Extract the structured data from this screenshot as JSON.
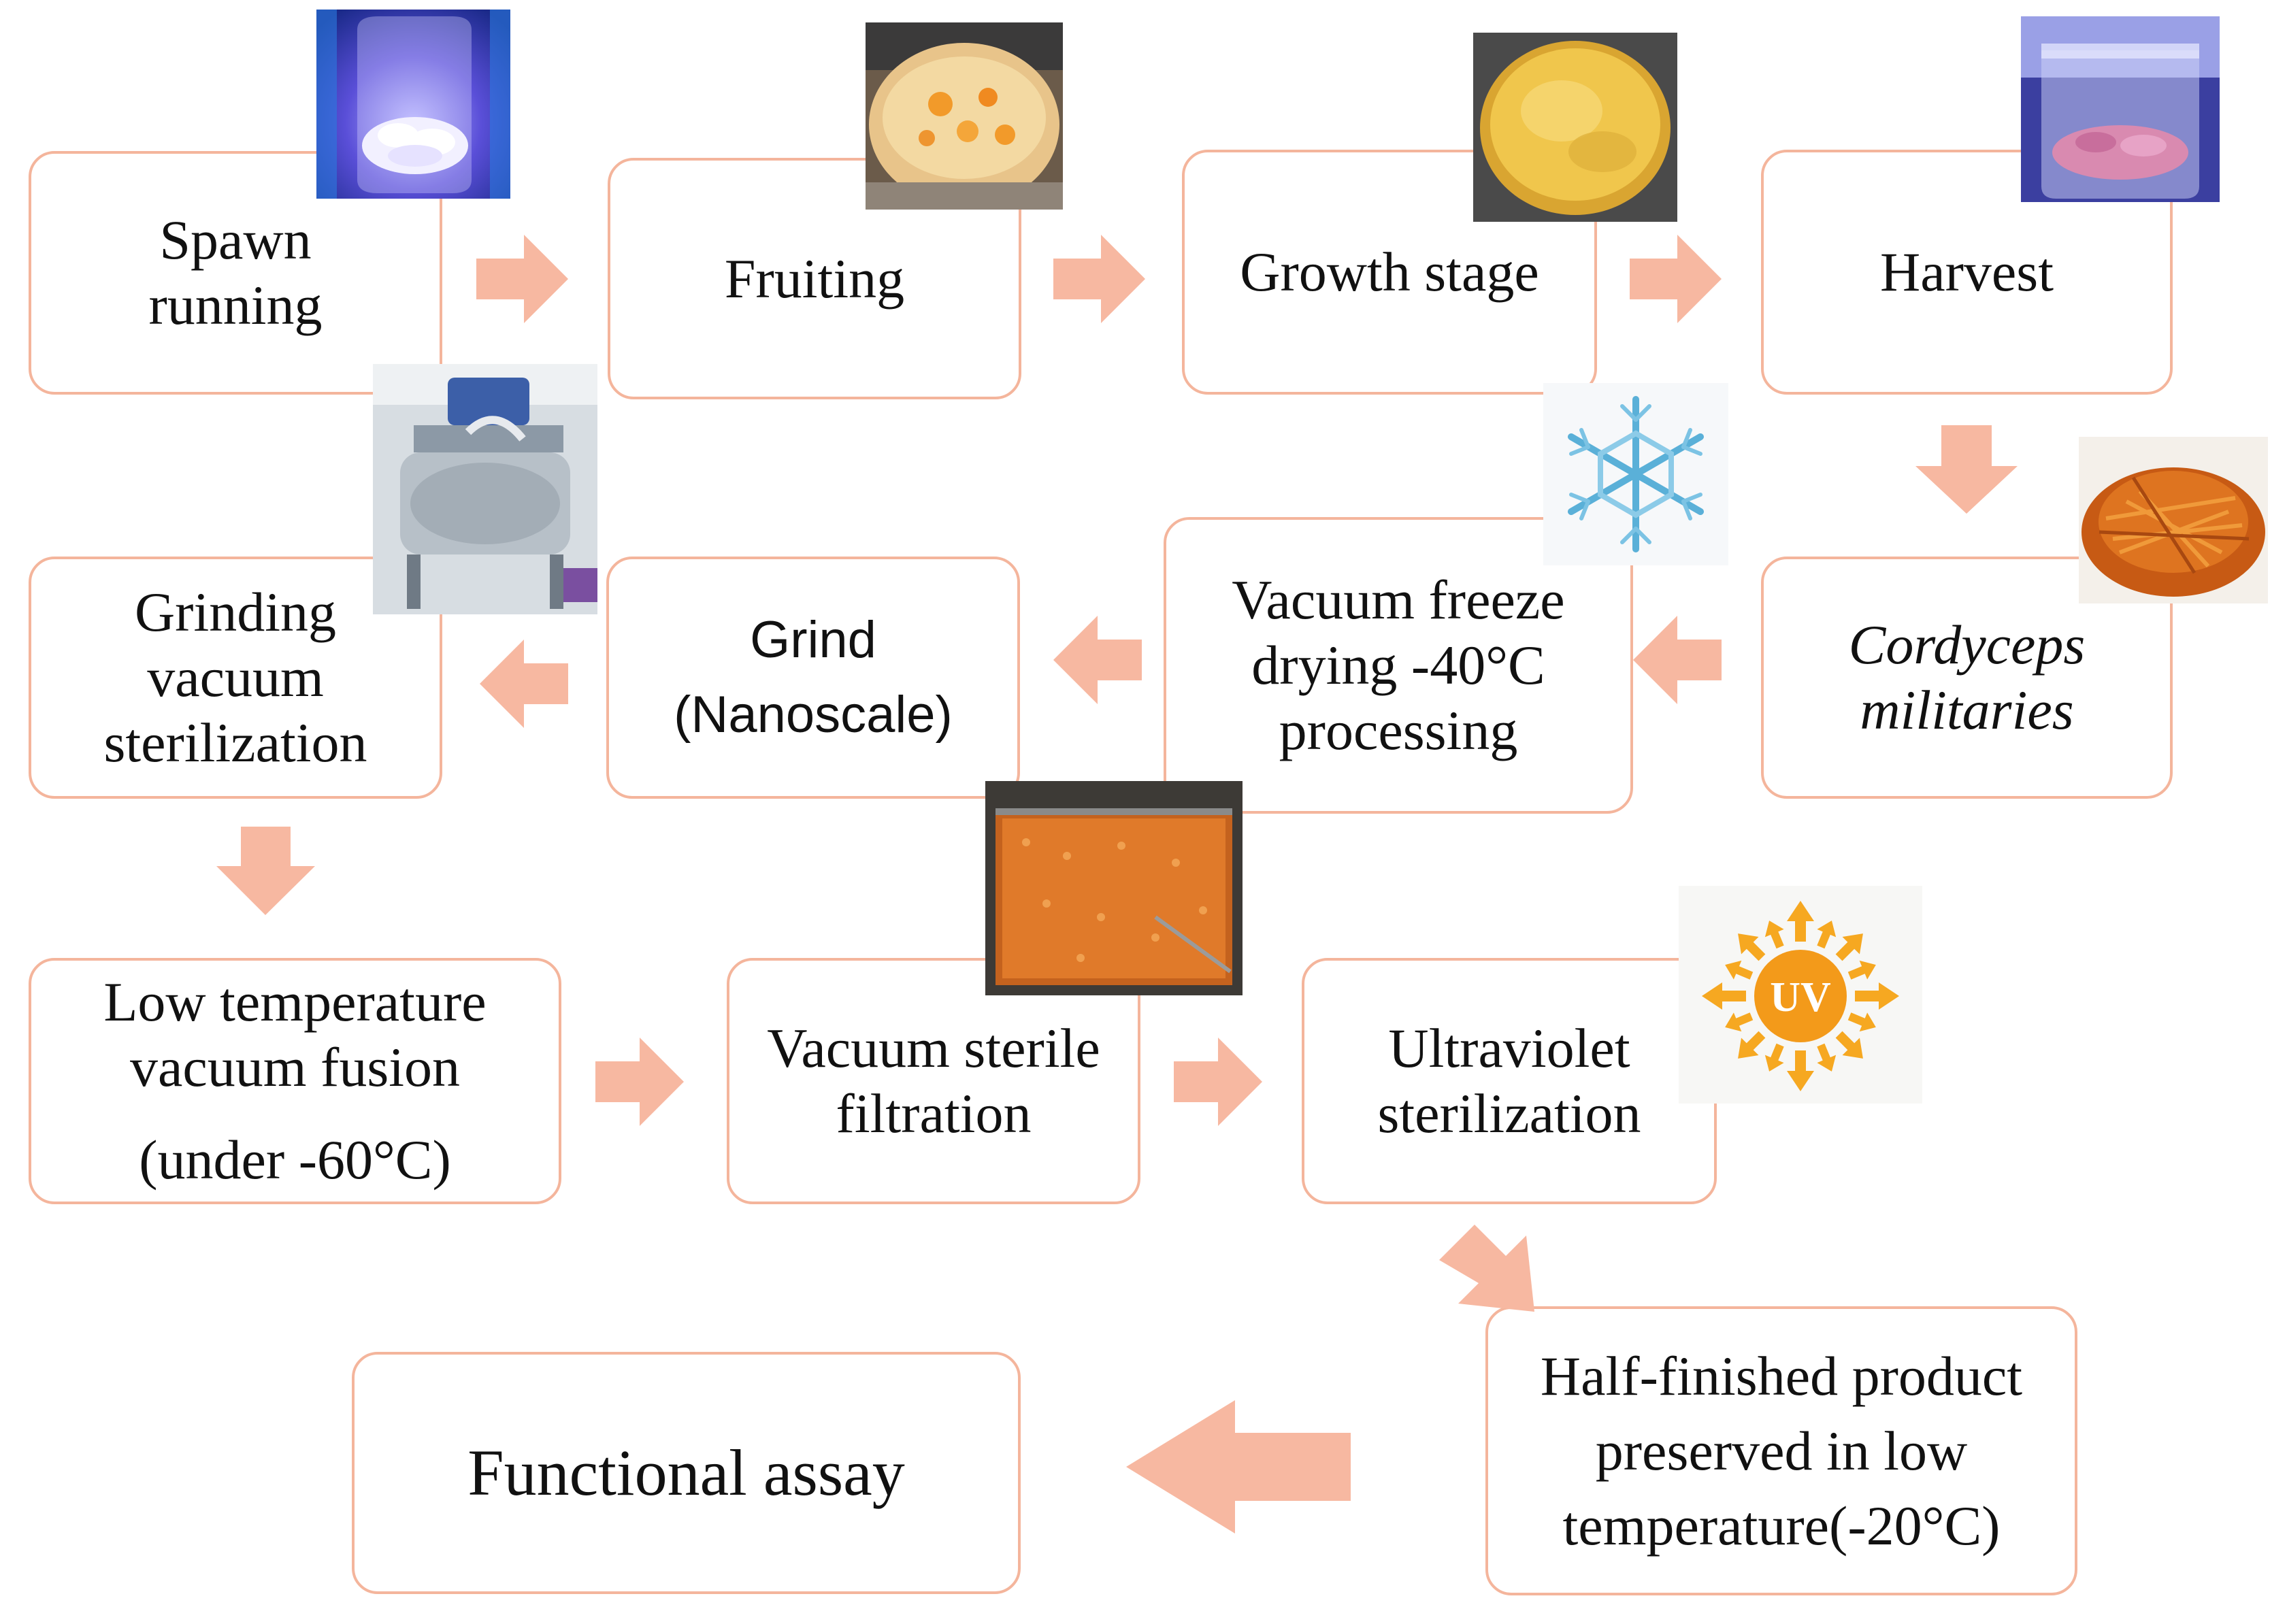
{
  "steps": {
    "spawn_running": [
      "Spawn",
      "running"
    ],
    "fruiting": [
      "Fruiting"
    ],
    "growth_stage": [
      "Growth stage"
    ],
    "harvest": [
      "Harvest"
    ],
    "cordyceps": [
      "Cordyceps",
      "militaries"
    ],
    "vacuum_freeze": [
      "Vacuum freeze",
      "drying -40°C",
      "processing"
    ],
    "grind": [
      "Grind",
      "(Nanoscale)"
    ],
    "grinding_vacuum": [
      "Grinding",
      "vacuum",
      "sterilization"
    ],
    "low_temp_fusion": [
      "Low temperature",
      "vacuum fusion",
      "(under -60°C)"
    ],
    "vacuum_sterile": [
      "Vacuum sterile",
      "filtration"
    ],
    "ultraviolet": [
      "Ultraviolet",
      "sterilization"
    ],
    "half_finished": [
      "Half-finished product",
      "preserved in low",
      "temperature(-20°C)"
    ],
    "functional_assay": [
      "Functional assay"
    ]
  },
  "icons": {
    "uv_label": "UV"
  },
  "colors": {
    "box_border": "#f4b59c",
    "arrow_fill": "#f7b8a1"
  }
}
